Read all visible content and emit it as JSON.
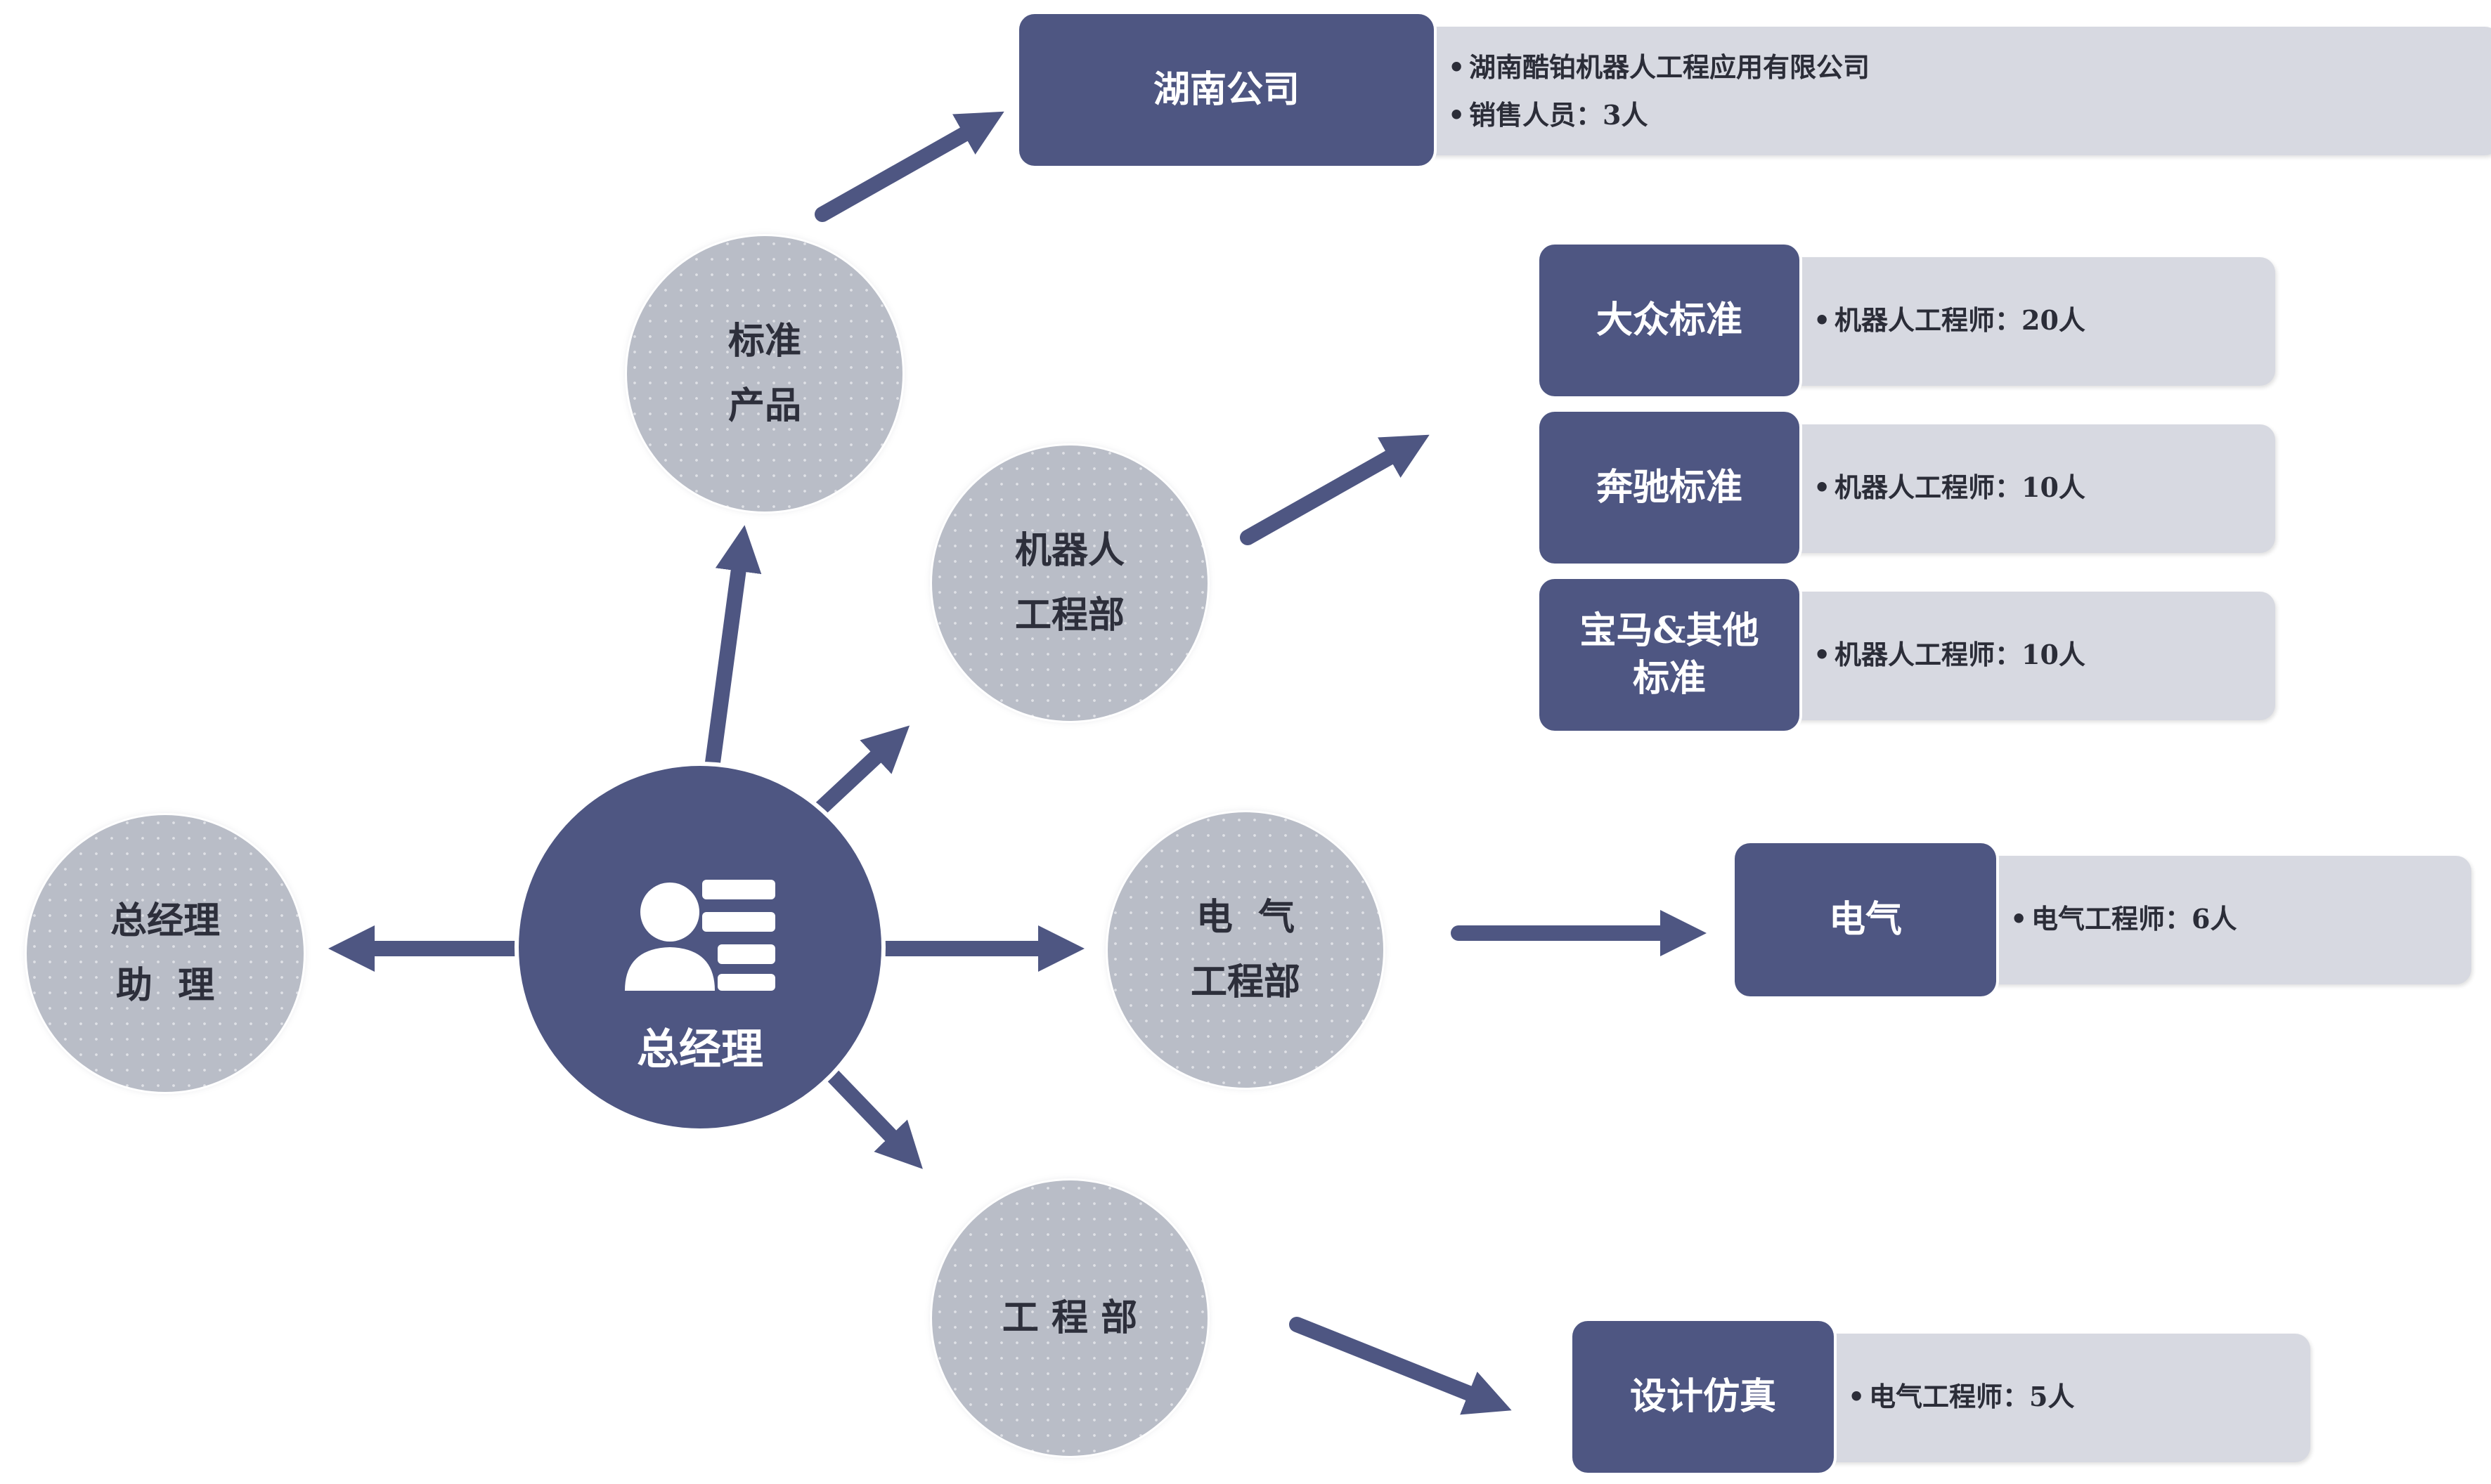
{
  "center": {
    "label": "总经理",
    "icon": "manager-icon"
  },
  "nodes": {
    "assistant": {
      "lines": [
        "总经理",
        "助  理"
      ]
    },
    "standard_product": {
      "lines": [
        "标准",
        "产品"
      ]
    },
    "robot_dept": {
      "lines": [
        "机器人",
        "工程部"
      ]
    },
    "electrical_dept": {
      "lines": [
        "电  气",
        "工程部"
      ]
    },
    "engineering_dept": {
      "lines": [
        "工 程 部"
      ]
    }
  },
  "cards": {
    "hunan": {
      "title": [
        "湖南公司"
      ],
      "items": [
        "湖南酷铂机器人工程应用有限公司",
        "销售人员：3人"
      ]
    },
    "vw": {
      "title": [
        "大众标准"
      ],
      "items": [
        "机器人工程师：20人"
      ]
    },
    "benz": {
      "title": [
        "奔驰标准"
      ],
      "items": [
        "机器人工程师：10人"
      ]
    },
    "bmw": {
      "title": [
        "宝马&其他",
        "标准"
      ],
      "items": [
        "机器人工程师：10人"
      ]
    },
    "electric": {
      "title": [
        "电气"
      ],
      "items": [
        "电气工程师：6人"
      ]
    },
    "design": {
      "title": [
        "设计仿真"
      ],
      "items": [
        "电气工程师：5人"
      ]
    }
  },
  "colors": {
    "primary": "#4e5682",
    "circle": "#b9bdc7",
    "detail": "#d7d9e1"
  }
}
